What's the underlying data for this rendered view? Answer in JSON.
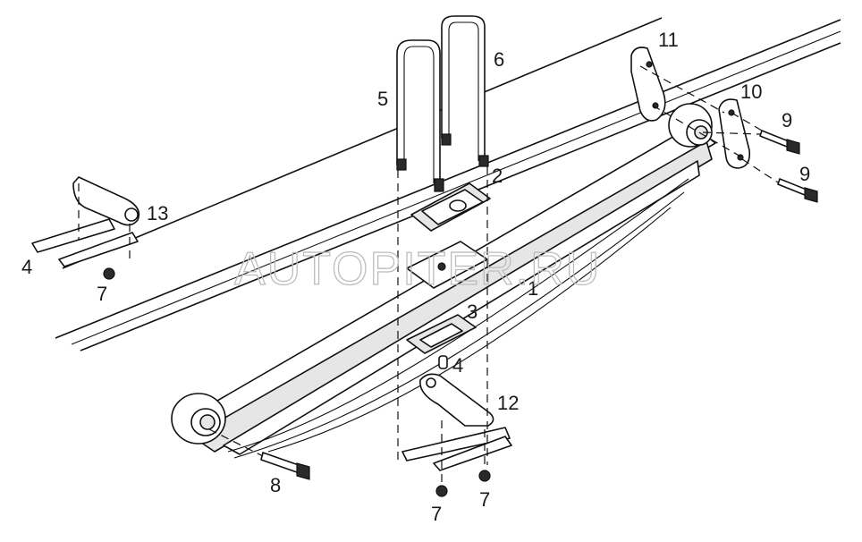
{
  "watermark": "AUTOPITER.RU",
  "callouts": [
    {
      "id": "label-1",
      "text": "1"
    },
    {
      "id": "label-2",
      "text": "2"
    },
    {
      "id": "label-3",
      "text": "3"
    },
    {
      "id": "label-4-center",
      "text": "4"
    },
    {
      "id": "label-4-left",
      "text": "4"
    },
    {
      "id": "label-5",
      "text": "5"
    },
    {
      "id": "label-6",
      "text": "6"
    },
    {
      "id": "label-7-left",
      "text": "7"
    },
    {
      "id": "label-7-bottom-a",
      "text": "7"
    },
    {
      "id": "label-7-bottom-b",
      "text": "7"
    },
    {
      "id": "label-8",
      "text": "8"
    },
    {
      "id": "label-9-top",
      "text": "9"
    },
    {
      "id": "label-9-bottom",
      "text": "9"
    },
    {
      "id": "label-10",
      "text": "10"
    },
    {
      "id": "label-11",
      "text": "11"
    },
    {
      "id": "label-12",
      "text": "12"
    },
    {
      "id": "label-13",
      "text": "13"
    }
  ]
}
